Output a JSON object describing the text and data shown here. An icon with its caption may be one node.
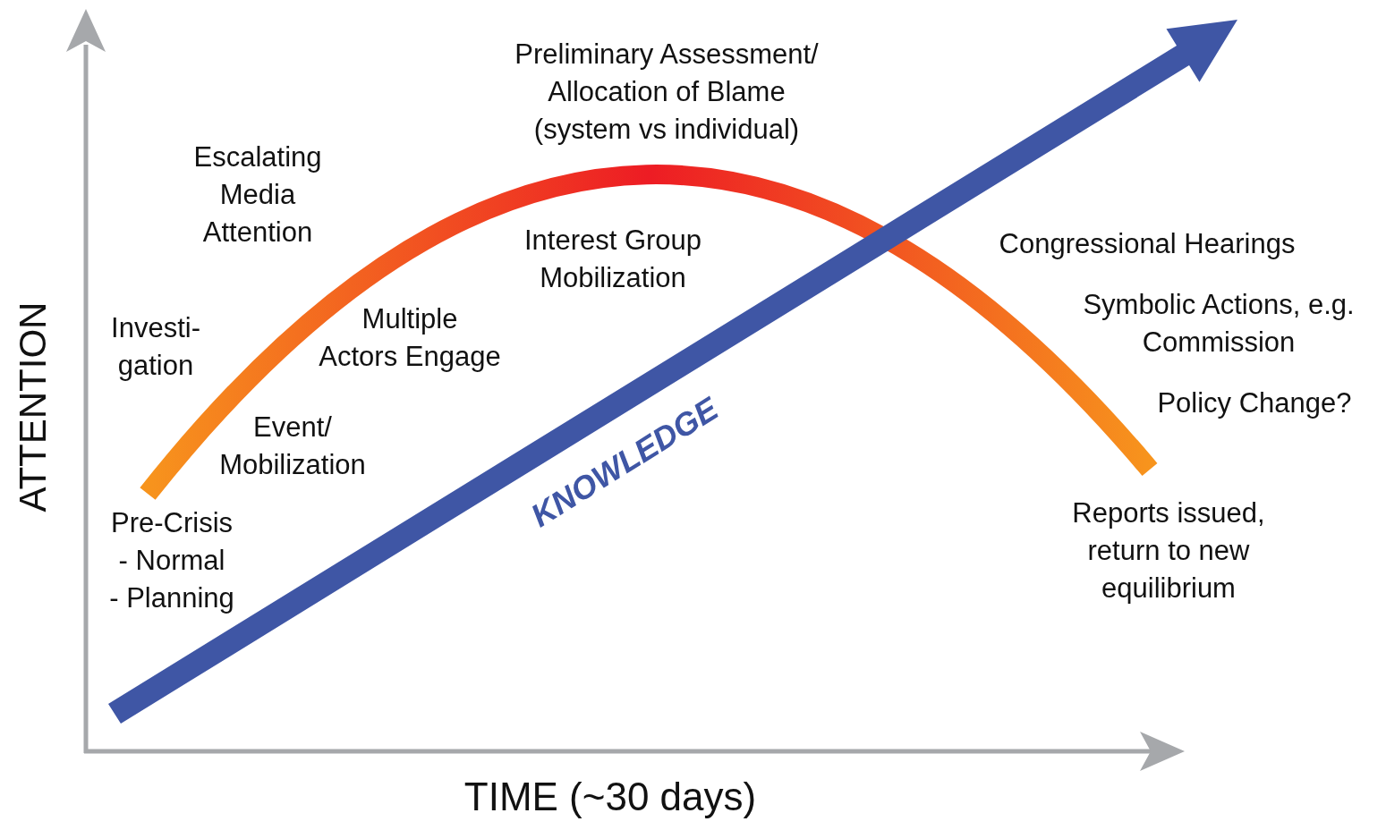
{
  "diagram": {
    "labels": [
      "Preliminary Assessment/ Allocation of Blame (system vs individual)",
      "Escalating Media Attention",
      "Interest Group Mobilization",
      "Congressional Hearings",
      "Investi- gation",
      "Multiple Actors Engage",
      "Symbolic Actions, e.g. Commission",
      "Policy Change?",
      "Event/ Mobilization",
      "KNOWLEDGE",
      "Pre-Crisis - Normal - Planning",
      "Reports issued, return to new equilibrium",
      "ATTENTION",
      "TIME (~30 days)"
    ]
  }
}
